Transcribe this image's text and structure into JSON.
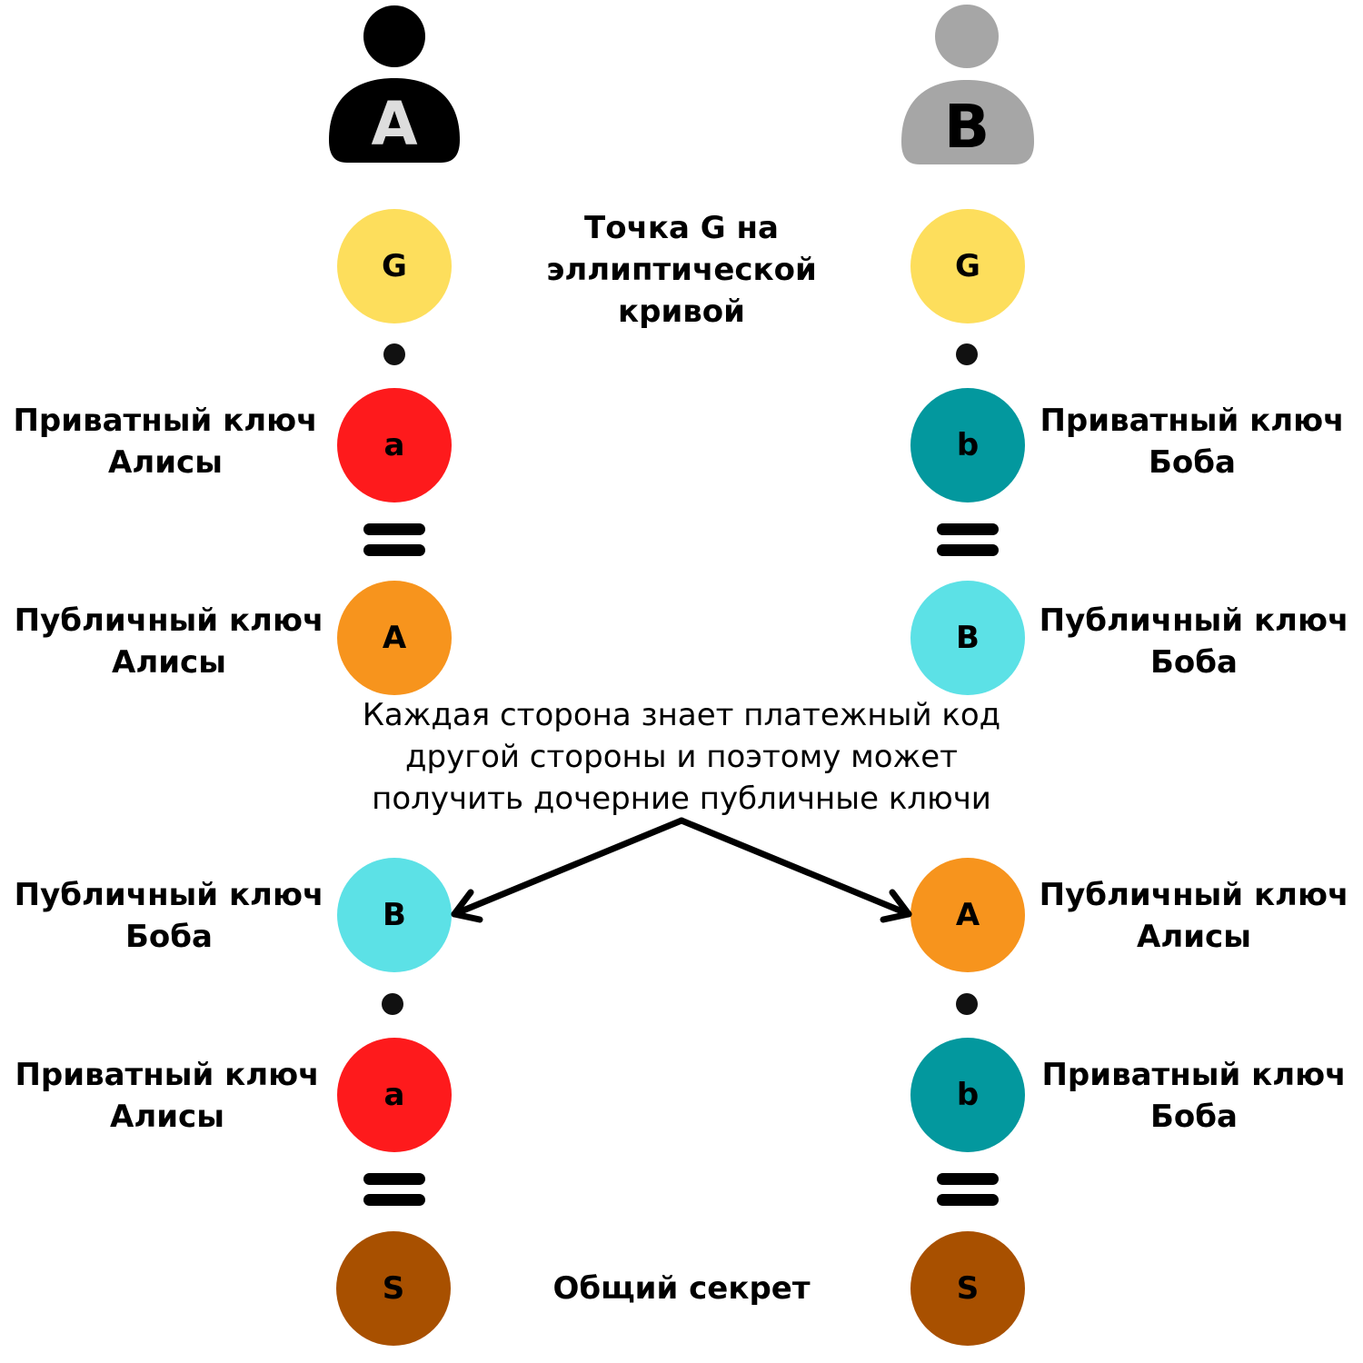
{
  "actors": [
    {
      "letter": "A",
      "name": "alice",
      "color": "#000000",
      "letter_color": "#dddddd"
    },
    {
      "letter": "B",
      "name": "bob",
      "color": "#a6a6a6",
      "letter_color": "#000000"
    }
  ],
  "center": {
    "g_point_label": "Точка G на эллиптической кривой",
    "explanation": "Каждая сторона знает платежный код другой стороны и поэтому может получить дочерние публичные ключи",
    "shared_secret_label": "Общий секрет"
  },
  "left": {
    "g": {
      "letter": "G",
      "color": "#fdde5c"
    },
    "priv1": {
      "letter": "a",
      "color": "#fe1a1c",
      "label": "Приватный ключ Алисы"
    },
    "pub1": {
      "letter": "A",
      "color": "#f7941d",
      "label": "Публичный ключ Алисы"
    },
    "pub2": {
      "letter": "B",
      "color": "#5ce1e6",
      "label": "Публичный ключ Боба"
    },
    "priv2": {
      "letter": "a",
      "color": "#fe1a1c",
      "label": "Приватный ключ Алисы"
    },
    "secret": {
      "letter": "S",
      "color": "#a85000"
    }
  },
  "right": {
    "g": {
      "letter": "G",
      "color": "#fdde5c"
    },
    "priv1": {
      "letter": "b",
      "color": "#03989e",
      "label": "Приватный ключ Боба"
    },
    "pub1": {
      "letter": "B",
      "color": "#5ce1e6",
      "label": "Публичный ключ Боба"
    },
    "pub2": {
      "letter": "A",
      "color": "#f7941d",
      "label": "Публичный ключ Алисы"
    },
    "priv2": {
      "letter": "b",
      "color": "#03989e",
      "label": "Приватный ключ Боба"
    },
    "secret": {
      "letter": "S",
      "color": "#a85000"
    }
  }
}
